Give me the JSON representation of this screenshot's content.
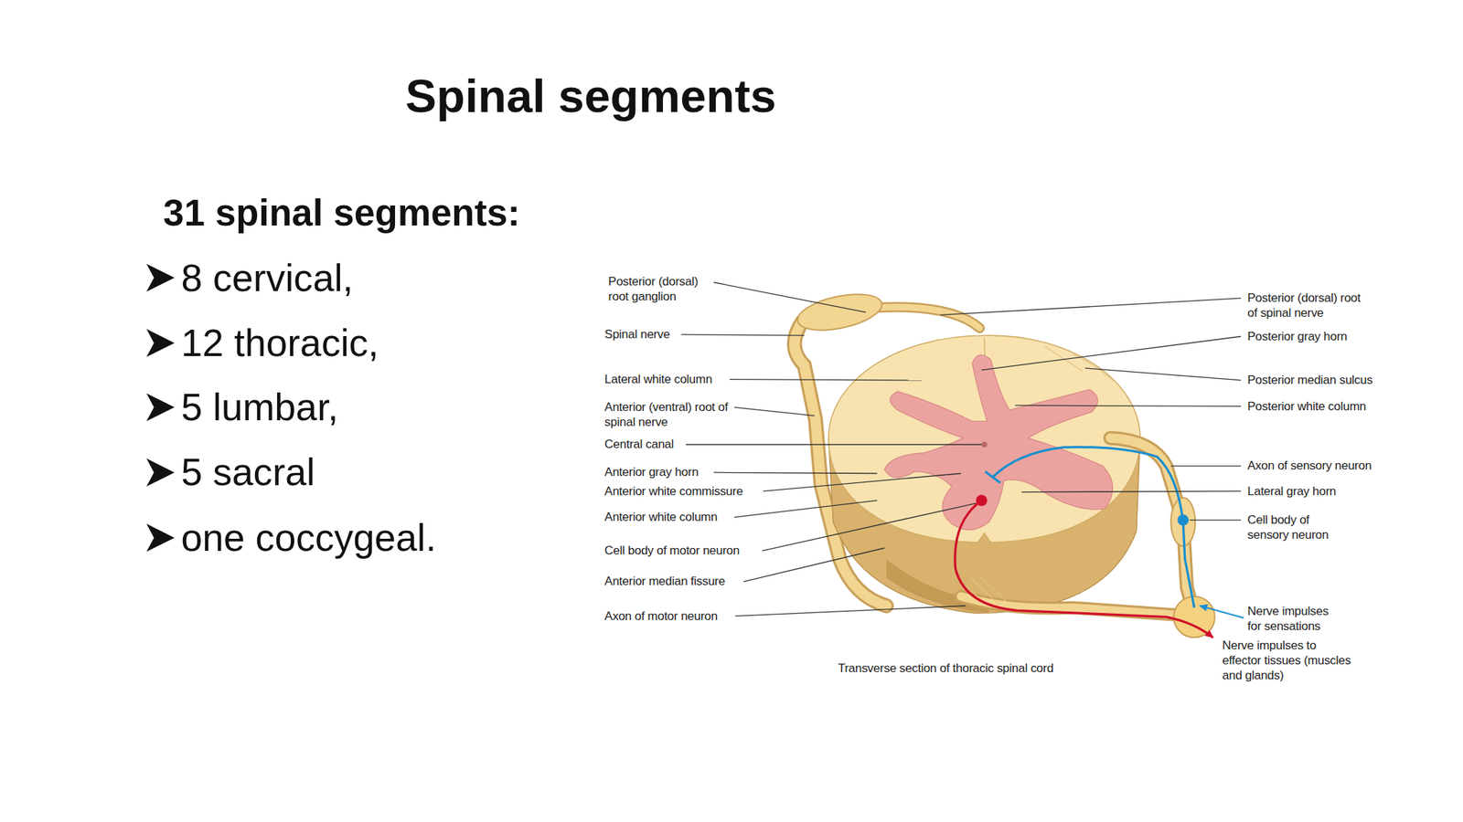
{
  "diagram": {
    "title": "Spinal segments",
    "caption": "Transverse section of thoracic spinal cord",
    "labels": [
      "31 spinal segments:",
      "8 cervical,",
      "12 thoracic,",
      "5 lumbar,",
      "5 sacral",
      "one coccygeal.",
      "Posterior (dorsal) root ganglion",
      "Spinal nerve",
      "Lateral white column",
      "Anterior (ventral) root of spinal nerve",
      "Central canal",
      "Anterior gray horn",
      "Anterior white commissure",
      "Anterior white column",
      "Cell body of motor neuron",
      "Anterior median fissure",
      "Axon of motor neuron",
      "Posterior (dorsal) root of spinal nerve",
      "Posterior gray horn",
      "Posterior median sulcus",
      "Posterior white column",
      "Axon of sensory neuron",
      "Lateral gray horn",
      "Cell body of sensory neuron",
      "Nerve impulses for sensations",
      "Nerve impulses to effector tissues (muscles and glands)"
    ]
  }
}
